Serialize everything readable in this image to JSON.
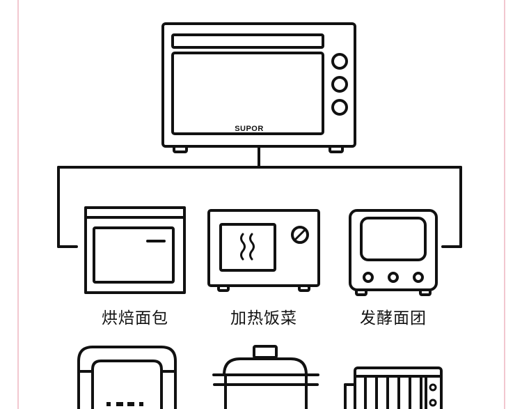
{
  "brand": "SUPOR",
  "colors": {
    "stroke": "#111111",
    "border": "#f2c7cf",
    "background": "#ffffff"
  },
  "functions": [
    {
      "label": "烘焙面包",
      "icon": "baking-bread-icon"
    },
    {
      "label": "加热饭菜",
      "icon": "microwave-heating-icon"
    },
    {
      "label": "发酵面团",
      "icon": "dough-proofing-icon"
    }
  ],
  "bottom_icons": [
    "bread-maker-icon",
    "cooking-pot-icon",
    "oil-heater-icon"
  ]
}
